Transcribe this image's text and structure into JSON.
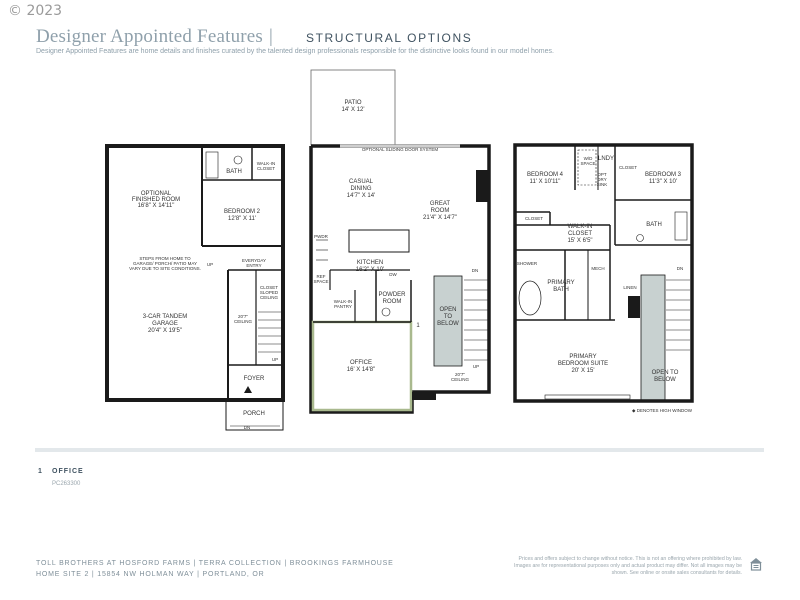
{
  "copyright": "© 2023",
  "header": {
    "title": "Designer Appointed Features",
    "divider": "|",
    "subtitle": "STRUCTURAL OPTIONS",
    "description": "Designer Appointed Features are home details and finishes curated by the talented design professionals responsible for the distinctive looks found in our model homes."
  },
  "floorplans": {
    "first_floor": {
      "optional_room": [
        "OPTIONAL",
        "FINISHED ROOM",
        "16'8\" X 14'11\""
      ],
      "steps_note": [
        "STEPS FROM HOME TO",
        "GARAGE/ PORCH/ PATIO MAY",
        "VARY DUE TO SITE CONDITIONS."
      ],
      "garage": [
        "3-CAR TANDEM",
        "GARAGE",
        "20'4\" X 19'5\""
      ],
      "bath": "BATH",
      "walkin_closet": [
        "WALK-IN",
        "CLOSET"
      ],
      "bedroom2": [
        "BEDROOM 2",
        "12'8\" X 11'"
      ],
      "up_1": "UP",
      "everyday_entry": [
        "EVERYDAY",
        "ENTRY"
      ],
      "closet_sloped": [
        "CLOSET",
        "SLOPED",
        "CEILING"
      ],
      "ceiling_note": [
        "20'7\"",
        "CEILING"
      ],
      "up_2": "UP",
      "foyer": "FOYER",
      "porch": "PORCH",
      "dn": "DN"
    },
    "second_floor": {
      "patio": [
        "PATIO",
        "14' X 12'"
      ],
      "sliding_door": "OPTIONAL SLIDING DOOR SYSTEM",
      "casual_dining": [
        "CASUAL",
        "DINING",
        "14'7\" X 14'"
      ],
      "great_room": [
        "GREAT",
        "ROOM",
        "21'4\" X 14'7\""
      ],
      "pwdr": "PWDR",
      "kitchen": [
        "KITCHEN",
        "16'2\" X 10'"
      ],
      "ref_space": [
        "REF",
        "SPACE"
      ],
      "dw": "DW",
      "powder_room": [
        "POWDER",
        "ROOM"
      ],
      "walkin_pantry": [
        "WALK-IN",
        "PANTRY"
      ],
      "dn": "DN",
      "open_to_below": [
        "OPEN",
        "TO",
        "BELOW"
      ],
      "option_marker": "1",
      "office": [
        "OFFICE",
        "16' X 14'8\""
      ],
      "ceiling_note": [
        "20'7\"",
        "CEILING"
      ],
      "up": "UP"
    },
    "third_floor": {
      "bedroom4": [
        "BEDROOM 4",
        "11' X 10'11\""
      ],
      "wd_space": [
        "W/D",
        "SPACE"
      ],
      "lndy": "LNDY",
      "opt_dry": [
        "OPT",
        "DRY",
        "SINK"
      ],
      "closet_a": "CLOSET",
      "bedroom3": [
        "BEDROOM 3",
        "11'3\" X 10'"
      ],
      "closet_b": "CLOSET",
      "walkin_closet": [
        "WALK-IN",
        "CLOSET",
        "15' X 6'5\""
      ],
      "bath": "BATH",
      "shower": "SHOWER",
      "primary_bath": [
        "PRIMARY",
        "BATH"
      ],
      "mech": "MECH",
      "linen": "LINEN",
      "dn": "DN",
      "primary_suite": [
        "PRIMARY",
        "BEDROOM SUITE",
        "20' X 15'"
      ],
      "open_to_below": [
        "OPEN TO",
        "BELOW"
      ],
      "high_window_note": "◆ DENOTES HIGH WINDOW"
    }
  },
  "option_note": {
    "number": "1",
    "label": "OFFICE",
    "code": "PC263300"
  },
  "footer": {
    "line1": "TOLL BROTHERS AT HOSFORD FARMS  |  TERRA COLLECTION  |  BROOKINGS FARMHOUSE",
    "line2": "HOME SITE 2  |  15854 NW HOLMAN WAY  |  PORTLAND, OR",
    "disclaimer": "Prices and offers subject to change without notice. This is not an offering where prohibited by law. Images are for representational purposes only and actual product may differ. Not all images may be shown. See online or onsite sales consultants for details."
  },
  "colors": {
    "title": "#8fa0ab",
    "subtitle": "#3f5260",
    "open_to_below": "#c8d1d0",
    "office_highlight": "#a9b98e",
    "walls": "#1a1a1a"
  },
  "icons": {
    "equal_housing": "equal-housing-opportunity-icon"
  }
}
